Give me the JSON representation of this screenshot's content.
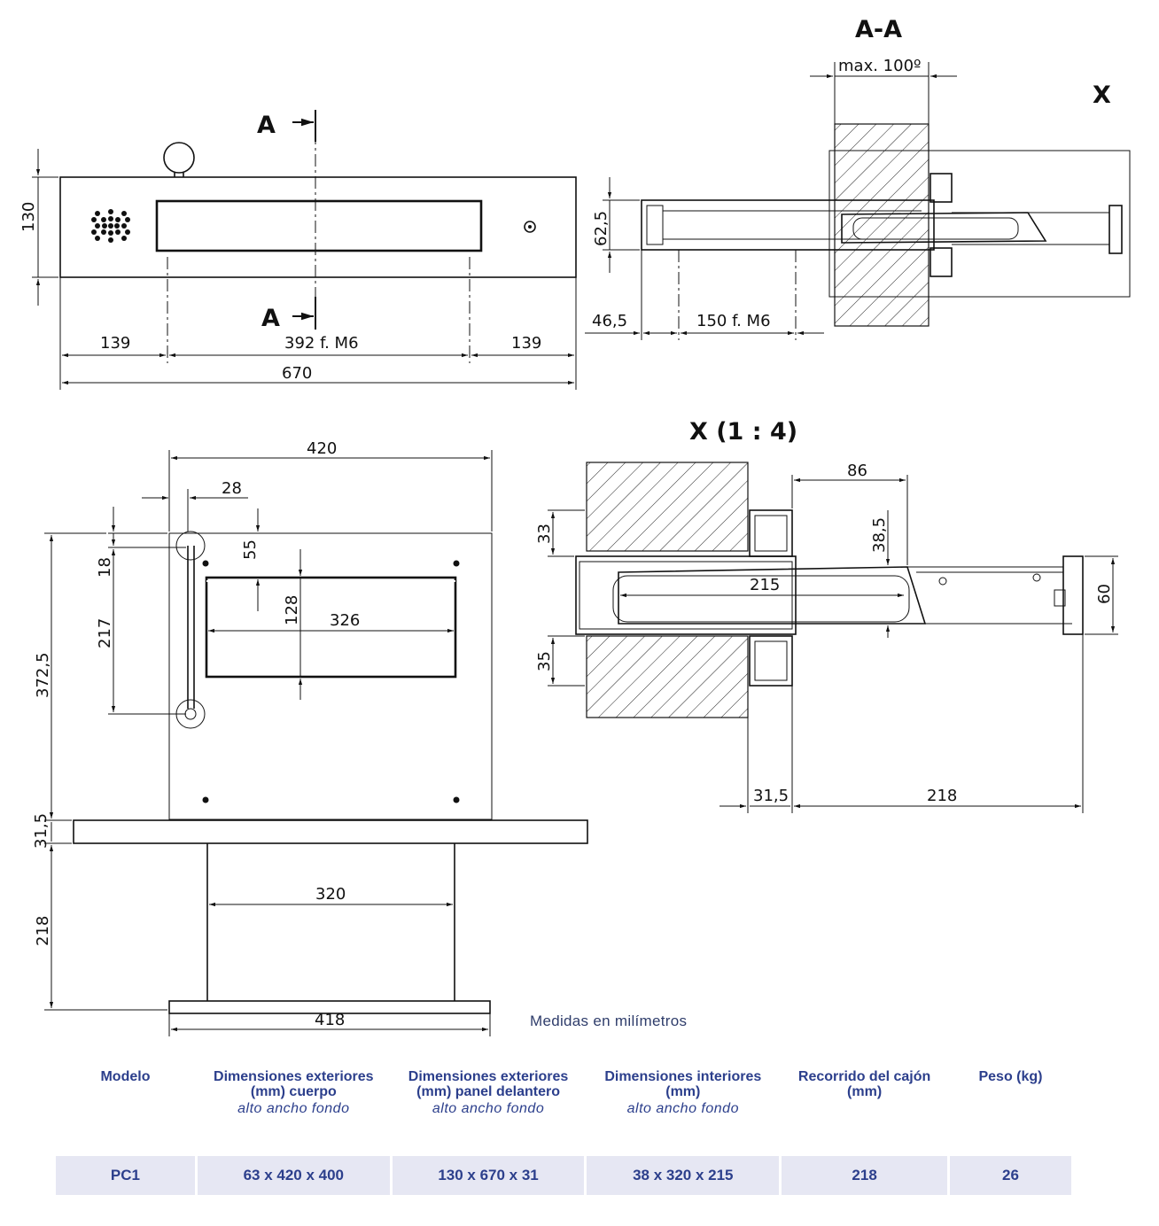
{
  "views": {
    "section_label": "A-A",
    "cut_label": "A",
    "detail_label": "X",
    "detail_title": "X  (1 : 4)"
  },
  "dimensions": {
    "front_height": "130",
    "front_left": "139",
    "front_mid": "392 f. M6",
    "front_right": "139",
    "front_total": "670",
    "aa_angle": "max. 100º",
    "aa_height": "62,5",
    "aa_offset": "46,5",
    "aa_span": "150 f. M6",
    "plan_width": "420",
    "plan_28": "28",
    "plan_55": "55",
    "plan_18": "18",
    "plan_217": "217",
    "plan_128": "128",
    "plan_326": "326",
    "plan_372": "372,5",
    "plan_31": "31,5",
    "plan_218": "218",
    "plan_320": "320",
    "plan_418": "418",
    "x_86": "86",
    "x_33": "33",
    "x_38": "38,5",
    "x_215": "215",
    "x_60": "60",
    "x_35": "35",
    "x_31": "31,5",
    "x_218": "218"
  },
  "note": "Medidas en milímetros",
  "table": {
    "headers": [
      {
        "title": "Modelo",
        "sub": ""
      },
      {
        "title": "Dimensiones exteriores (mm) cuerpo",
        "sub": "alto  ancho  fondo"
      },
      {
        "title": "Dimensiones exteriores (mm) panel delantero",
        "sub": "alto  ancho  fondo"
      },
      {
        "title": "Dimensiones interiores (mm)",
        "sub": "alto  ancho  fondo"
      },
      {
        "title": "Recorrido del cajón (mm)",
        "sub": ""
      },
      {
        "title": "Peso (kg)",
        "sub": ""
      }
    ],
    "row": [
      "PC1",
      "63 x 420 x 400",
      "130 x 670 x 31",
      "38 x 320 x 215",
      "218",
      "26"
    ]
  }
}
